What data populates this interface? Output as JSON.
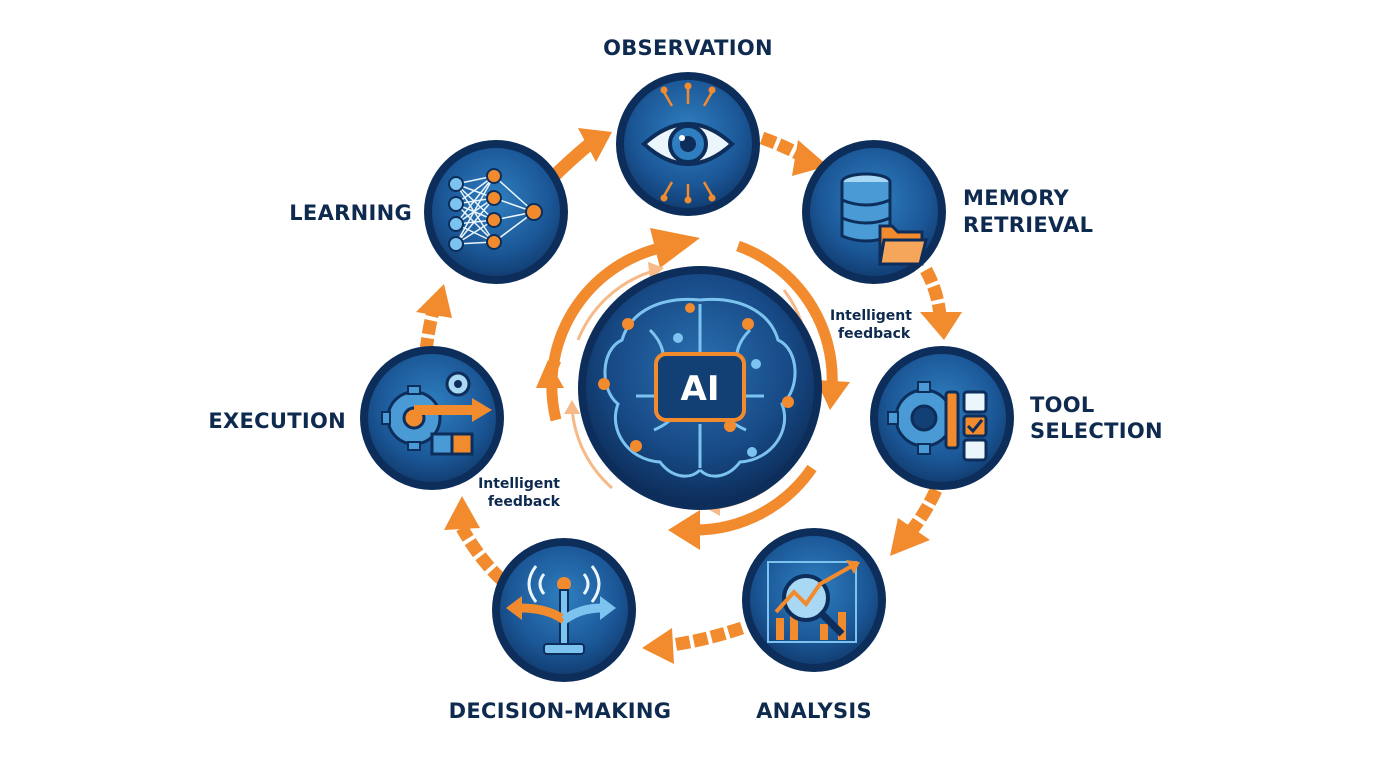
{
  "center": {
    "label": "AI"
  },
  "stages": [
    {
      "id": "observation",
      "label_lines": [
        "OBSERVATION"
      ],
      "icon": "eye-icon"
    },
    {
      "id": "memory-retrieval",
      "label_lines": [
        "MEMORY",
        "RETRIEVAL"
      ],
      "icon": "database-icon"
    },
    {
      "id": "tool-selection",
      "label_lines": [
        "TOOL",
        "SELECTION"
      ],
      "icon": "tools-icon"
    },
    {
      "id": "analysis",
      "label_lines": [
        "ANALYSIS"
      ],
      "icon": "analytics-icon"
    },
    {
      "id": "decision-making",
      "label_lines": [
        "DECISION-MAKING"
      ],
      "icon": "branching-arrows-icon"
    },
    {
      "id": "execution",
      "label_lines": [
        "EXECUTION"
      ],
      "icon": "gears-arrow-icon"
    },
    {
      "id": "learning",
      "label_lines": [
        "LEARNING"
      ],
      "icon": "neural-network-icon"
    }
  ],
  "feedback_labels": [
    {
      "lines": [
        "Intelligent",
        "feedback"
      ]
    },
    {
      "lines": [
        "Intelligent",
        "feedback"
      ]
    }
  ],
  "colors": {
    "navy": "#0d2e5b",
    "blue": "#2f7fc0",
    "light_blue": "#7cc4ef",
    "orange": "#f28a2e",
    "label": "#0e2a4f"
  }
}
